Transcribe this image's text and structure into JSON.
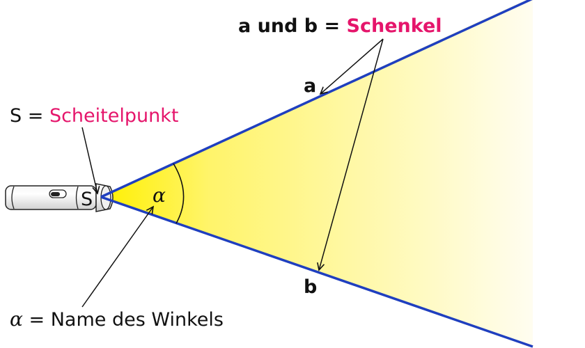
{
  "labels": {
    "legs": {
      "prefix": "a und b = ",
      "term": "Schenkel"
    },
    "vertex": {
      "prefix": "S = ",
      "term": "Scheitelpunkt"
    },
    "angle_name": {
      "symbol": "α",
      "mid": " = ",
      "term": "Name",
      "suffix": " des Winkels"
    },
    "leg_a": "a",
    "leg_b": "b",
    "vertex_mark": "S",
    "angle_symbol": "α"
  },
  "colors": {
    "accent": "#e5156b",
    "ray": "#1f3fbf",
    "light": "#fff24a",
    "text": "#111111"
  },
  "icons": [
    "flashlight-icon"
  ]
}
